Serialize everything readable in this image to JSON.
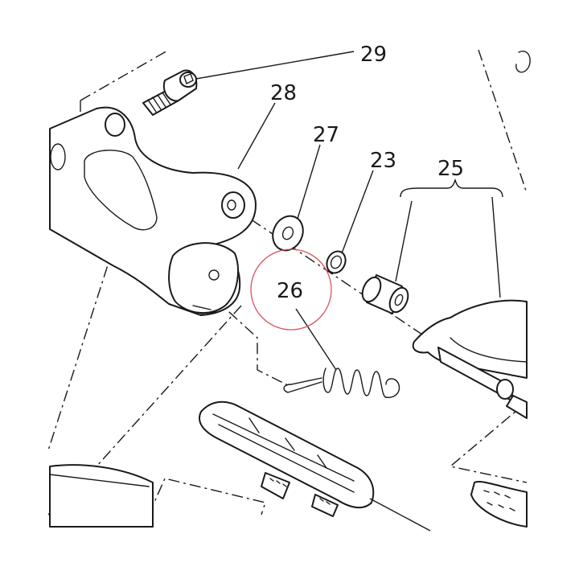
{
  "diagram": {
    "callouts": {
      "c29": "29",
      "c28": "28",
      "c27": "27",
      "c23": "23",
      "c25": "25",
      "c26": "26"
    },
    "highlight": {
      "part": "26",
      "color": "#d9535f"
    }
  }
}
